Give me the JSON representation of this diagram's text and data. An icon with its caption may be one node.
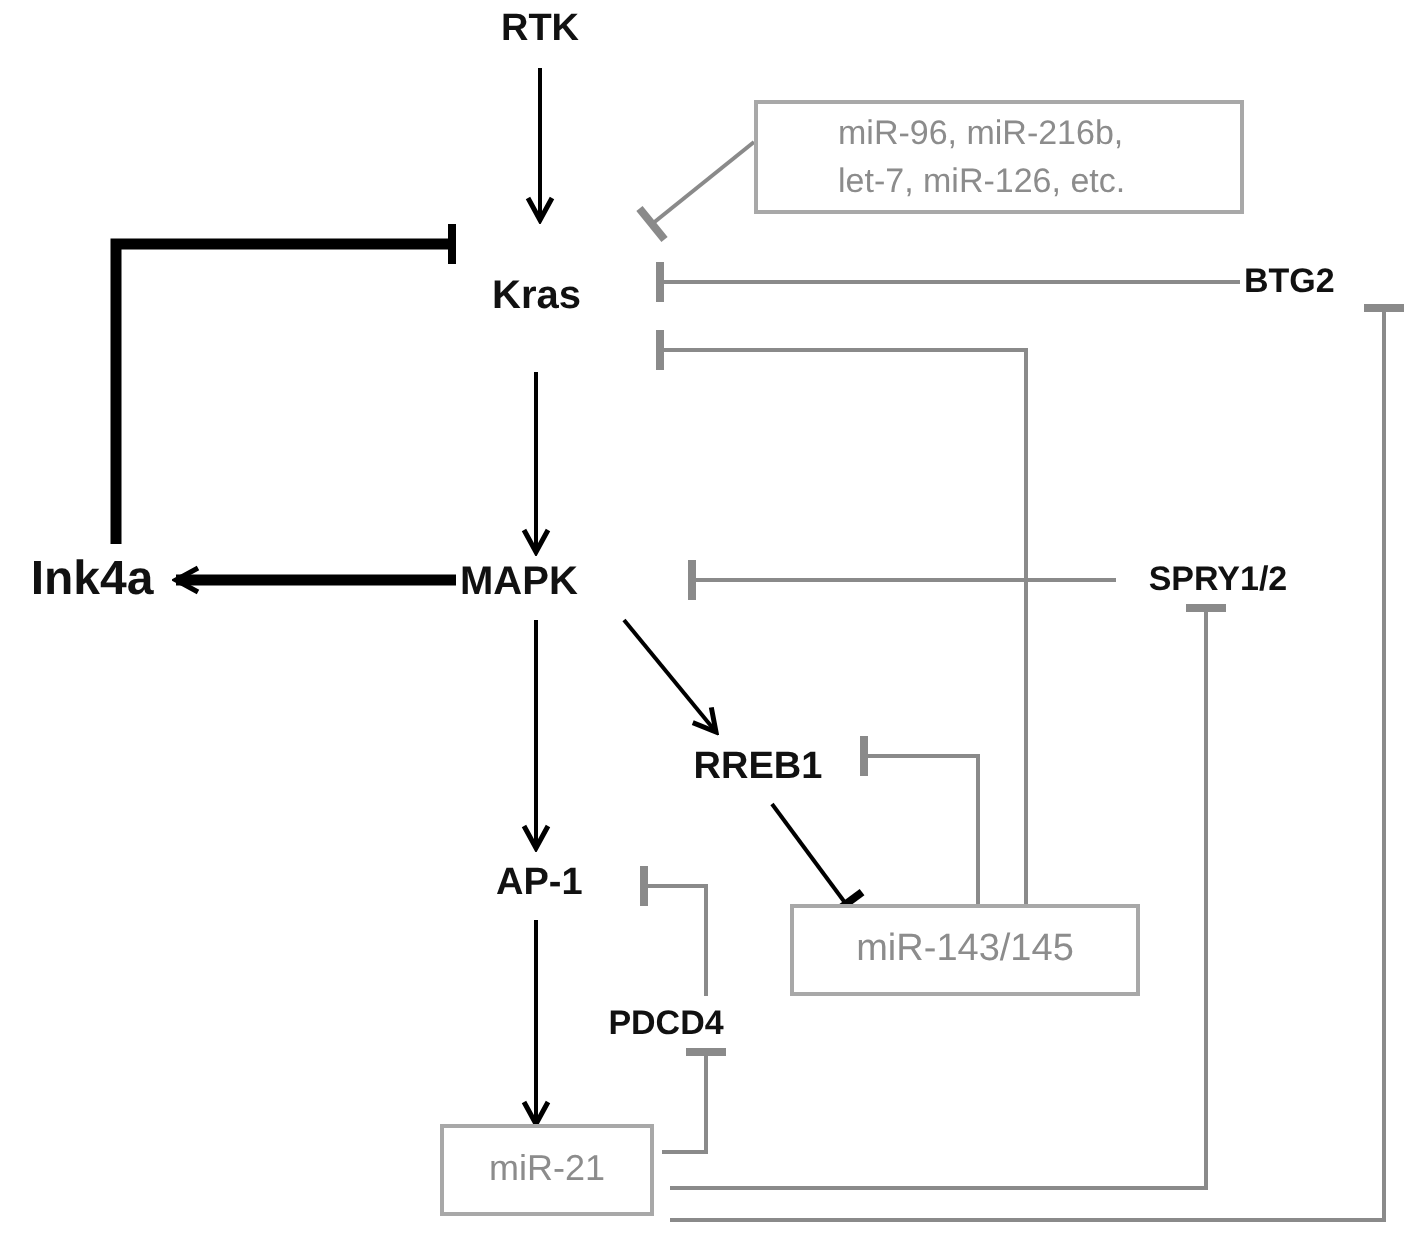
{
  "diagram": {
    "nodes": [
      {
        "text": [
          "RTK"
        ]
      },
      {
        "text": [
          "miR-96, miR-216b, let-7, miR-126, etc."
        ]
      },
      {
        "text": [
          "Kras"
        ]
      },
      {
        "text": [
          "BTG2"
        ]
      },
      {
        "text": [
          "Ink4a"
        ]
      },
      {
        "text": [
          "MAPK"
        ]
      },
      {
        "text": [
          "SPRY1/2"
        ]
      },
      {
        "text": [
          "RREB1"
        ]
      },
      {
        "text": [
          "AP-1"
        ]
      },
      {
        "text": [
          "miR-143/145"
        ]
      },
      {
        "text": [
          "PDCD4"
        ]
      },
      {
        "text": [
          "miR-21"
        ]
      }
    ],
    "edges": [
      {
        "from": 0,
        "to": 2,
        "arrow": "to",
        "color": "#000000"
      },
      {
        "from": 1,
        "to": 2,
        "arrow": "other"
      },
      {
        "from": 3,
        "to": 2,
        "arrow": "other"
      },
      {
        "from": 9,
        "to": 2,
        "arrow": "other"
      },
      {
        "from": 4,
        "to": 2,
        "arrow": "other",
        "style": "thick",
        "color": "#000000"
      },
      {
        "from": 2,
        "to": 5,
        "arrow": "to",
        "color": "#000000"
      },
      {
        "from": 5,
        "to": 4,
        "arrow": "to",
        "style": "thick",
        "color": "#000000"
      },
      {
        "from": 6,
        "to": 5,
        "arrow": "other"
      },
      {
        "from": 5,
        "to": 7,
        "arrow": "to",
        "color": "#000000"
      },
      {
        "from": 5,
        "to": 8,
        "arrow": "to",
        "color": "#000000"
      },
      {
        "from": 9,
        "to": 7,
        "arrow": "other"
      },
      {
        "from": 7,
        "to": 9,
        "arrow": "other",
        "color": "#000000"
      },
      {
        "from": 10,
        "to": 8,
        "arrow": "other"
      },
      {
        "from": 8,
        "to": 11,
        "arrow": "to",
        "color": "#000000"
      },
      {
        "from": 11,
        "to": 10,
        "arrow": "other"
      },
      {
        "from": 11,
        "to": 6,
        "arrow": "other"
      },
      {
        "from": 11,
        "to": 3,
        "arrow": "other"
      }
    ]
  }
}
